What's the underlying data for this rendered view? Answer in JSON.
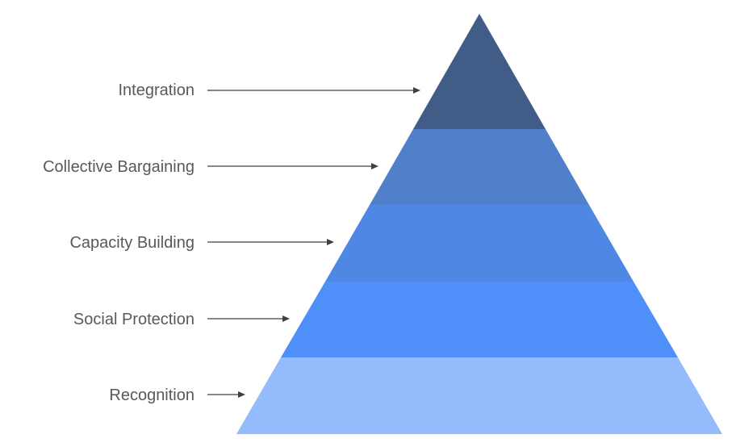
{
  "diagram": {
    "type": "pyramid",
    "levels": [
      {
        "label": "Integration",
        "color": "#415C86"
      },
      {
        "label": "Collective Bargaining",
        "color": "#5080CA"
      },
      {
        "label": "Capacity Building",
        "color": "#4E88E4"
      },
      {
        "label": "Social Protection",
        "color": "#4E8FFA"
      },
      {
        "label": "Recognition",
        "color": "#94BBFB"
      }
    ],
    "colors": {
      "label_text": "#595959",
      "arrow": "#404040",
      "background": "#FFFFFF"
    }
  }
}
